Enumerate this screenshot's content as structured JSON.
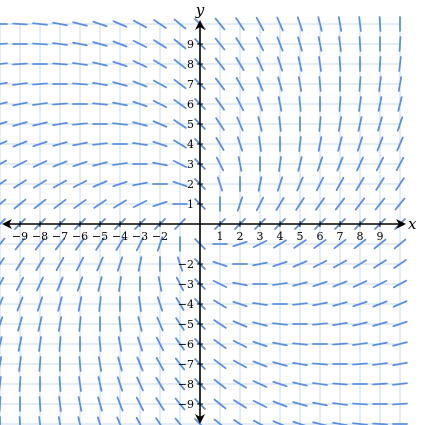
{
  "chart_data": {
    "type": "slope_field",
    "title": "",
    "xlabel": "x",
    "ylabel": "y",
    "xlim": [
      -10,
      10
    ],
    "ylim": [
      -10,
      10
    ],
    "grid": true,
    "x_ticks": [
      -9,
      -8,
      -7,
      -6,
      -5,
      -4,
      -3,
      -2,
      1,
      2,
      3,
      4,
      5,
      6,
      7,
      8,
      9
    ],
    "y_ticks": [
      -9,
      -8,
      -7,
      -6,
      -5,
      -4,
      -3,
      -2,
      1,
      2,
      3,
      4,
      5,
      6,
      7,
      8,
      9
    ],
    "x_tick_labels": [
      "−9",
      "−8",
      "−7",
      "−6",
      "−5",
      "−4",
      "−3",
      "−2",
      "1",
      "2",
      "3",
      "4",
      "5",
      "6",
      "7",
      "8",
      "9"
    ],
    "y_tick_labels": [
      "−9",
      "−8",
      "−7",
      "−6",
      "−5",
      "−4",
      "−3",
      "−2",
      "1",
      "2",
      "3",
      "4",
      "5",
      "6",
      "7",
      "8",
      "9"
    ],
    "field": {
      "x": [
        -10,
        -9,
        -8,
        -7,
        -6,
        -5,
        -4,
        -3,
        -2,
        -1,
        0,
        1,
        2,
        3,
        4,
        5,
        6,
        7,
        8,
        9,
        10
      ],
      "y": [
        -10,
        -9,
        -8,
        -7,
        -6,
        -5,
        -4,
        -3,
        -2,
        -1,
        0,
        1,
        2,
        3,
        4,
        5,
        6,
        7,
        8,
        9,
        10
      ],
      "slope_expression": "(x + y) / (x - y)"
    },
    "colors": {
      "segment": "#5b8fe0",
      "grid": "#c9d8ec",
      "axis": "#000000"
    }
  }
}
